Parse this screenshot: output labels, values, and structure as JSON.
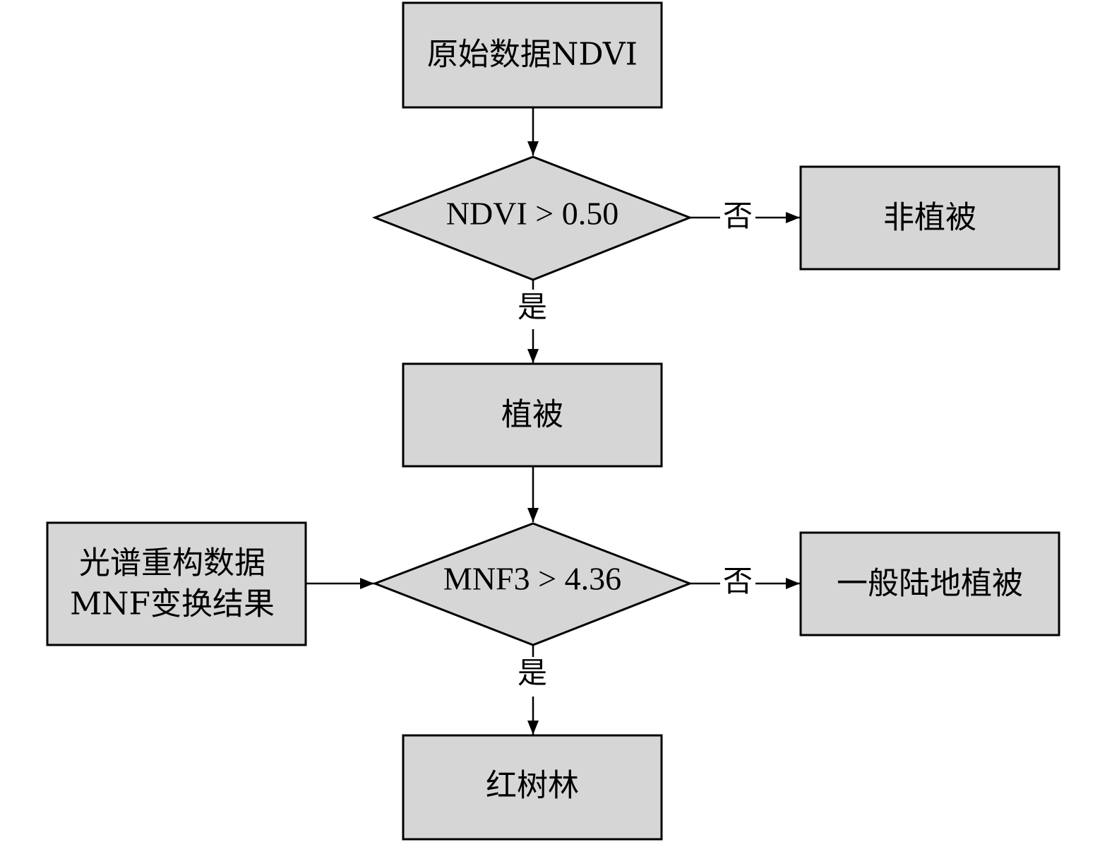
{
  "nodes": {
    "raw_ndvi": "原始数据NDVI",
    "ndvi_condition": "NDVI > 0.50",
    "non_vegetation": "非植被",
    "vegetation": "植被",
    "spectral_input_line1": "光谱重构数据",
    "spectral_input_line2": "MNF变换结果",
    "mnf_condition": "MNF3 > 4.36",
    "general_vegetation": "一般陆地植被",
    "mangrove": "红树林"
  },
  "edge_labels": {
    "ndvi_no": "否",
    "ndvi_yes": "是",
    "mnf_no": "否",
    "mnf_yes": "是"
  }
}
